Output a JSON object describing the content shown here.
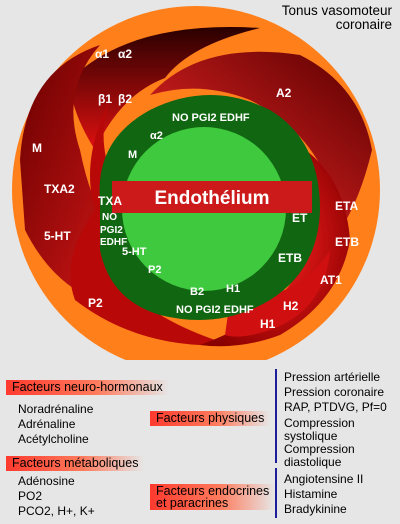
{
  "title": {
    "line1": "Tonus vasomoteur",
    "line2": "coronaire"
  },
  "diagram": {
    "center_label": "Endothélium",
    "outer_ring": {
      "a1": "α1",
      "a2": "α2",
      "b1": "β1",
      "b2": "β2",
      "M": "M",
      "TXA2": "TXA2",
      "HT": "5-HT",
      "P2": "P2",
      "A2": "A2",
      "ETA": "ETA",
      "ETB": "ETB",
      "AT1": "AT1",
      "H2": "H2",
      "H1": "H1"
    },
    "inner_ring": {
      "top_line": "NO PGI2 EDHF",
      "a2": "α2",
      "M": "M",
      "TXA": "TXA",
      "NO": "NO",
      "PGI2": "PGI2",
      "EDHF": "EDHF",
      "HT": "5-HT",
      "P2": "P2",
      "B2": "B2",
      "H1": "H1",
      "bottom_line": "NO PGI2 EDHF",
      "ET": "ET",
      "ETB": "ETB"
    }
  },
  "legend": {
    "neuro": {
      "header": "Facteurs neuro-hormonaux",
      "items": [
        "Noradrénaline",
        "Adrénaline",
        "Acétylcholine"
      ]
    },
    "metab": {
      "header": "Facteurs métaboliques",
      "items": [
        "Adénosine",
        "PO2",
        "PCO2, H+, K+"
      ]
    },
    "physiques": {
      "header": "Facteurs physiques",
      "items": [
        "Pression artérielle",
        "Pression coronaire",
        "RAP, PTDVG, Pf=0",
        "Compression systolique",
        "Compression diastolique"
      ]
    },
    "endo": {
      "header_line1": "Facteurs endocrines",
      "header_line2": "et paracrines",
      "items": [
        "Angiotensine II",
        "Histamine",
        "Bradykinine"
      ]
    }
  },
  "colors": {
    "background": "#e6e6e6",
    "outer_disc": "#ff7f1a",
    "muscle_band": "#b00000",
    "inner_band": "#116611",
    "endothelium": "#3ec93e",
    "center_bar": "#cc1a1a",
    "legend_accent": "#ff3a2e",
    "divider": "#1e1e9a"
  }
}
